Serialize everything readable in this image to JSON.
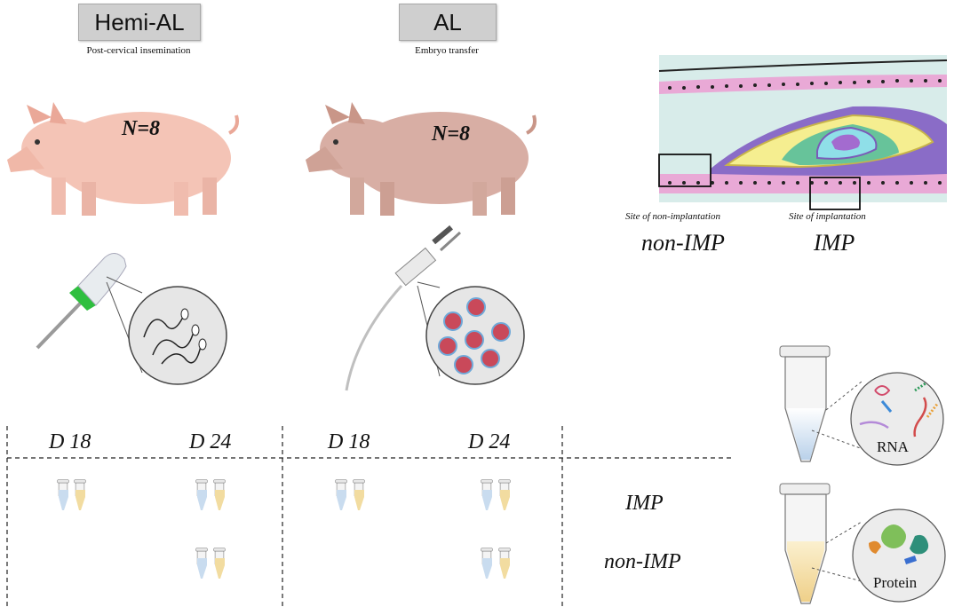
{
  "groups": [
    {
      "title": "Hemi-AL",
      "subtitle": "Post-cervical insemination",
      "n": "N=8"
    },
    {
      "title": "AL",
      "subtitle": "Embryo transfer",
      "n": "N=8"
    }
  ],
  "days": [
    "D 18",
    "D 24",
    "D 18",
    "D 24"
  ],
  "rows": {
    "imp": "IMP",
    "non_imp": "non-IMP"
  },
  "uterus": {
    "non_imp_caption": "Site of non-implantation",
    "imp_caption": "Site of implantation",
    "non_imp_label": "non-IMP",
    "imp_label": "IMP"
  },
  "samples": {
    "rna": "RNA",
    "protein": "Protein"
  },
  "colors": {
    "pig_left": "#f4c4b6",
    "pig_right": "#d8aea4",
    "rna_tube": "#c9dcef",
    "protein_tube": "#f2dca0",
    "box": "#cfcfcf"
  }
}
